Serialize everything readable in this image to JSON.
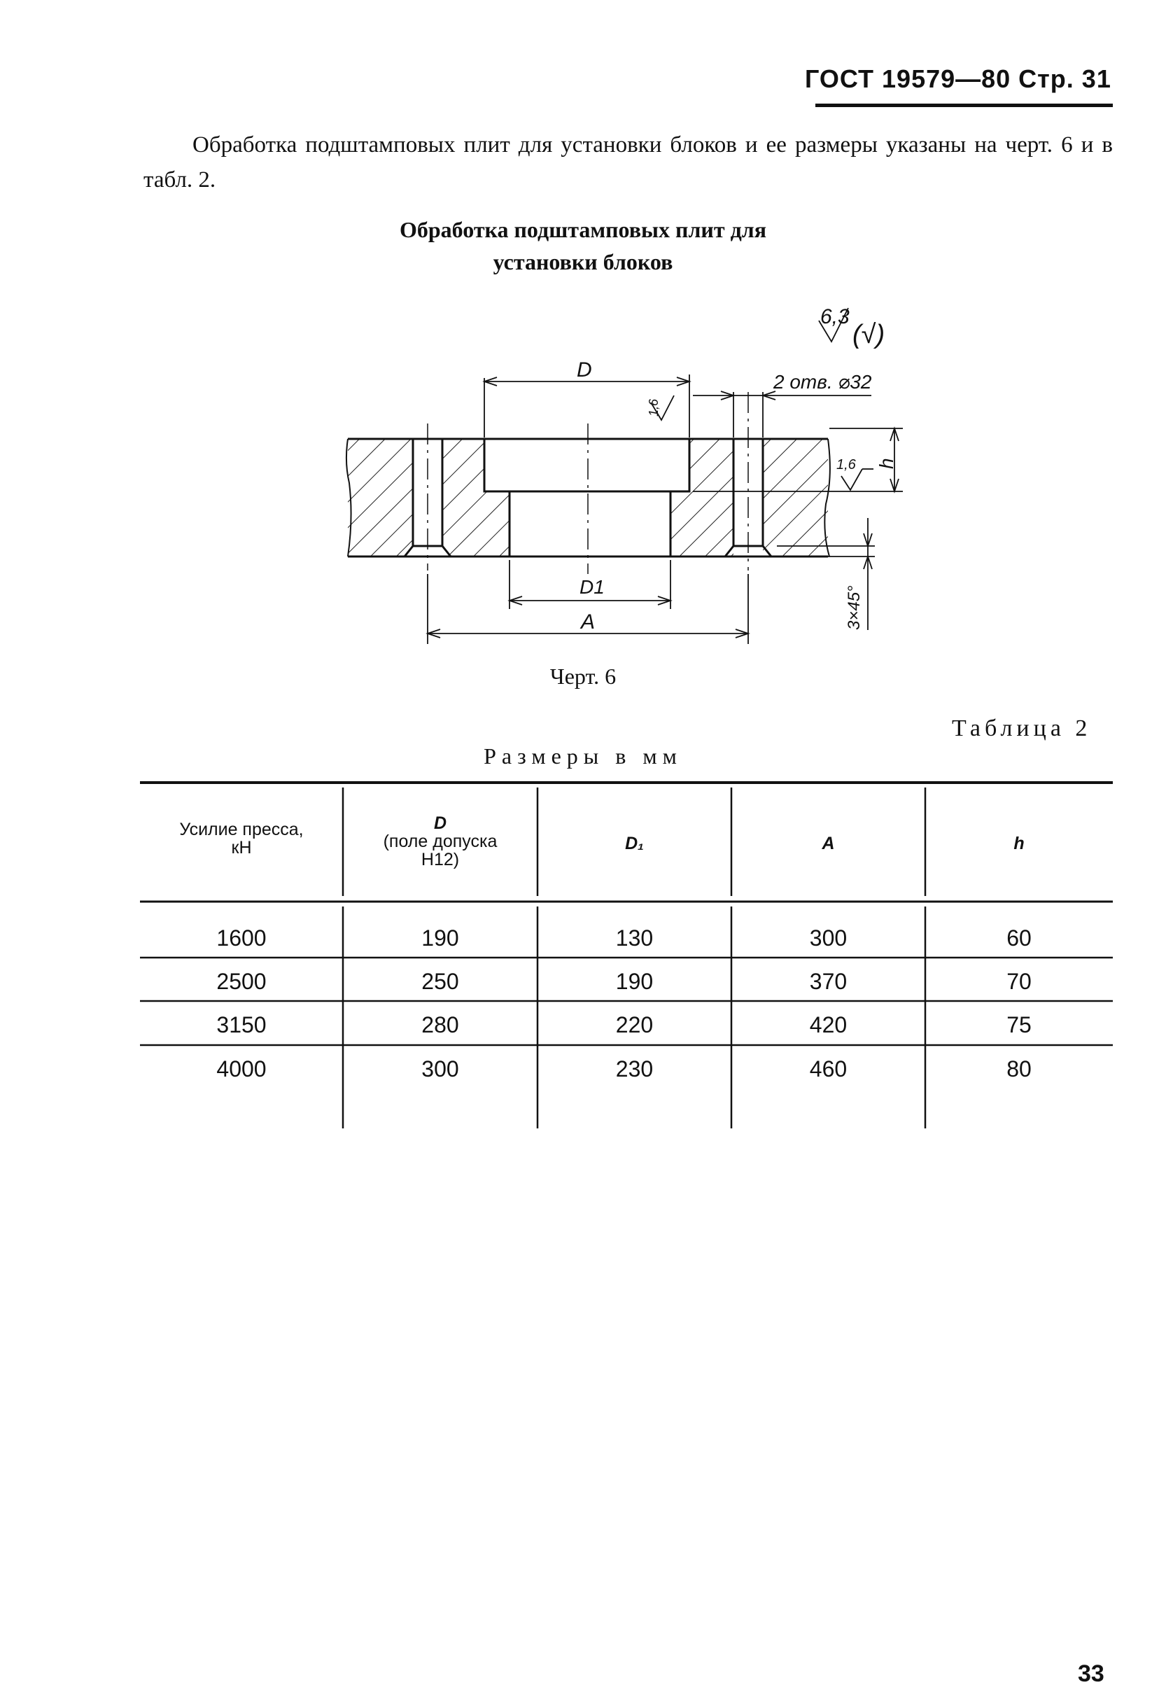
{
  "header": {
    "text": "ГОСТ 19579—80 Стр. 31"
  },
  "intro": "Обработка подштамповых плит для установки блоков и ее размеры указаны на черт. 6 и в табл. 2.",
  "figure": {
    "title_line1": "Обработка подштамповых плит для",
    "title_line2": "установки блоков",
    "caption": "Черт. 6",
    "labels": {
      "roughness_main": "6,3",
      "roughness_alt": "(√)",
      "dim_D": "D",
      "dim_D1": "D1",
      "dim_A": "A",
      "dim_h": "h",
      "holes": "2 отв. ⌀32",
      "rough_16_a": "1,6",
      "rough_16_b": "1,6",
      "chamfer": "3×45°"
    }
  },
  "table": {
    "label": "Таблица 2",
    "units": "Размеры в мм",
    "columns": [
      "Усилие пресса, кН",
      "D (поле допуска H12)",
      "D1",
      "A",
      "h"
    ],
    "col_head_lines": {
      "c0": [
        "Усилие пресса,",
        "кН"
      ],
      "c1": [
        "D",
        "(поле допуска",
        "H12)"
      ],
      "c2": "D₁",
      "c3": "A",
      "c4": "h"
    },
    "rows": [
      [
        "1600",
        "190",
        "130",
        "300",
        "60"
      ],
      [
        "2500",
        "250",
        "190",
        "370",
        "70"
      ],
      [
        "3150",
        "280",
        "220",
        "420",
        "75"
      ],
      [
        "4000",
        "300",
        "230",
        "460",
        "80"
      ]
    ]
  },
  "page_number": "33"
}
